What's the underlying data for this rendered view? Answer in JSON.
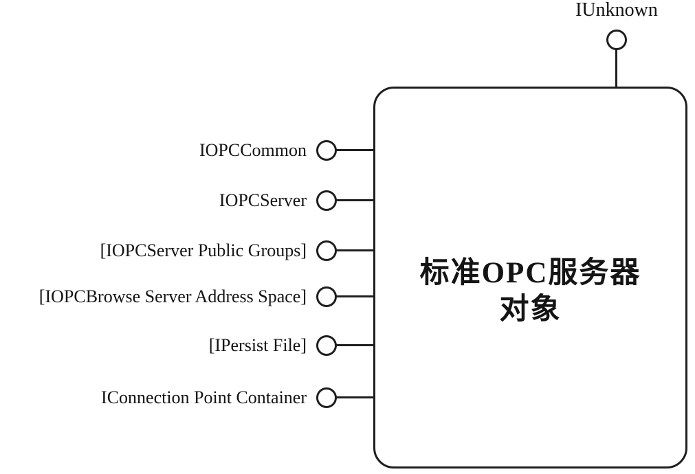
{
  "diagram": {
    "type": "com-lollipop-interface-diagram",
    "top_interface": "IUnknown",
    "object_box": {
      "title_line1": "标准OPC服务器",
      "title_line2": "对象"
    },
    "left_interfaces": [
      "IOPCCommon",
      "IOPCServer",
      "[IOPCServer Public Groups]",
      "[IOPCBrowse Server Address Space]",
      "[IPersist File]",
      "IConnection Point Container"
    ],
    "colors": {
      "line": "#1e1e1e",
      "text": "#141414",
      "background": "#ffffff"
    }
  }
}
